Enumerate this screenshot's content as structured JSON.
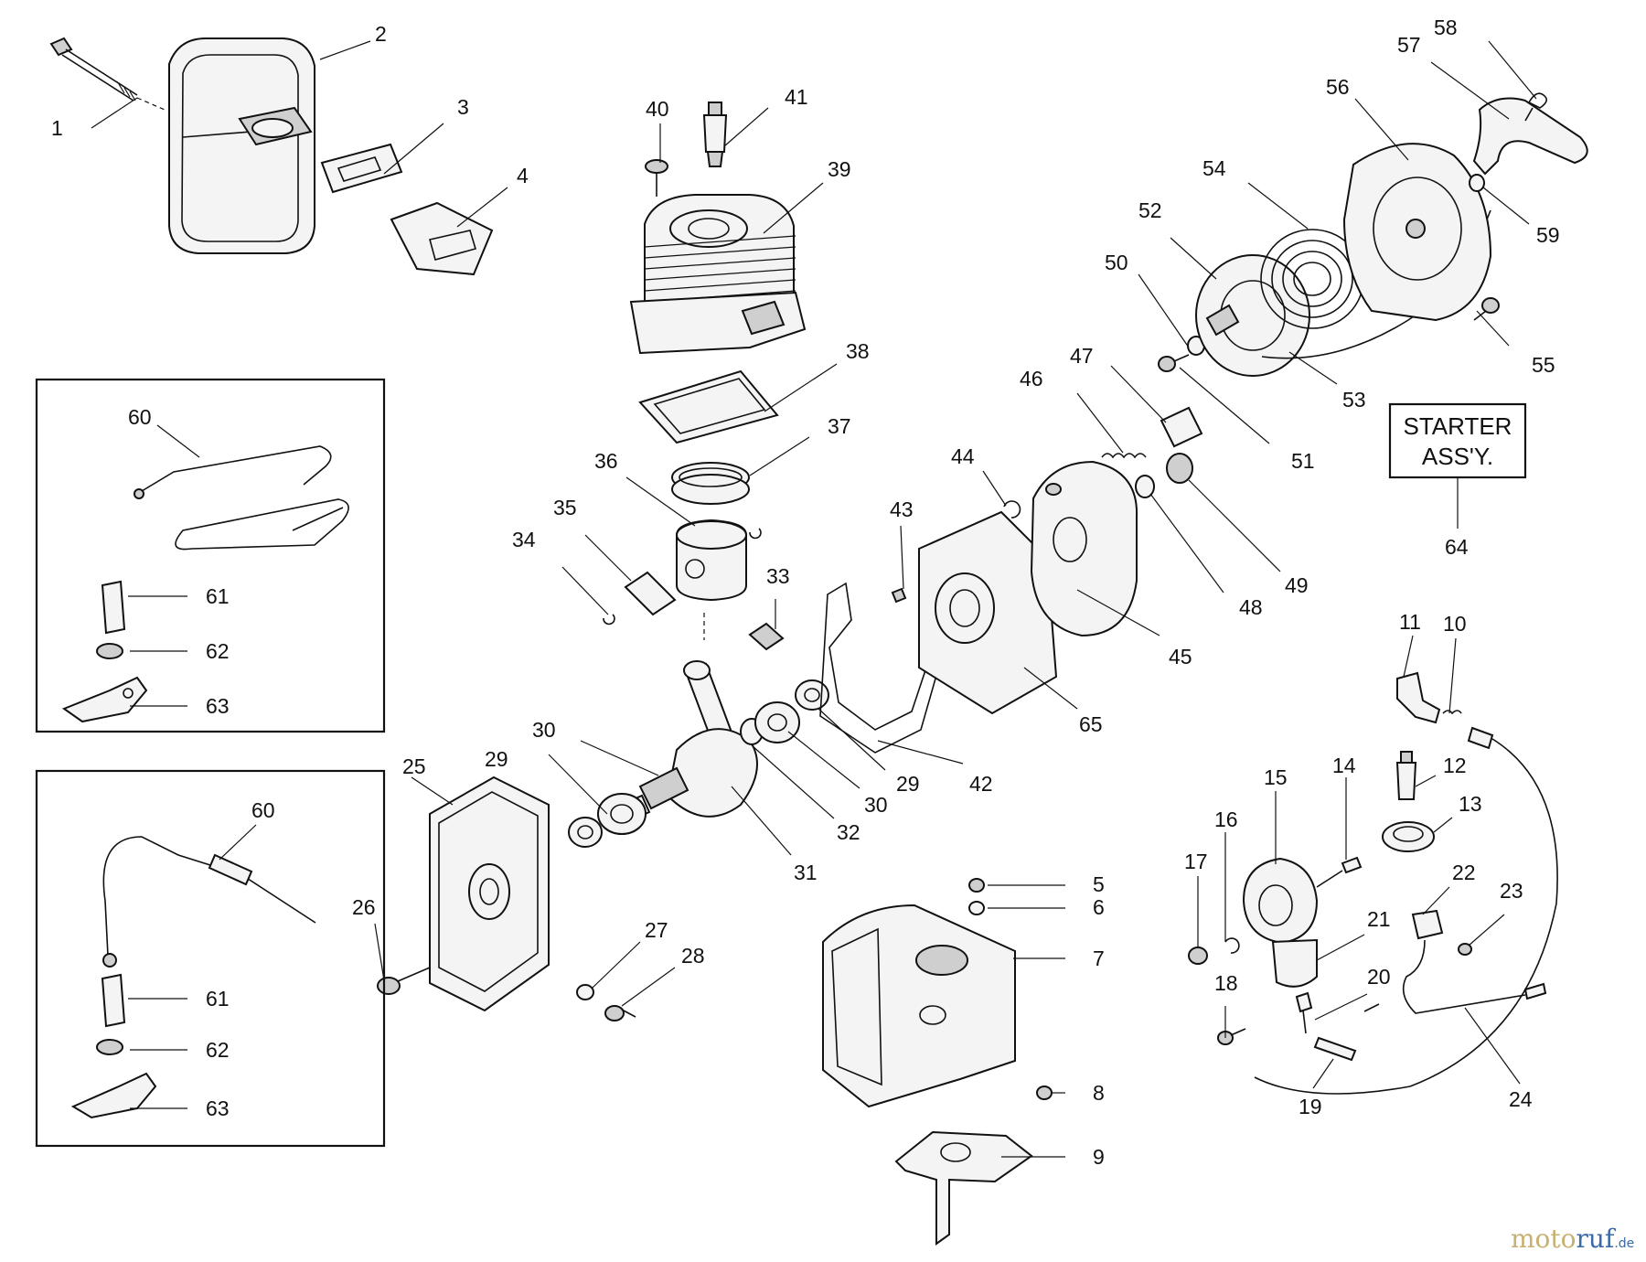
{
  "part_numbers": {
    "p1": "1",
    "p2": "2",
    "p3": "3",
    "p4": "4",
    "p5": "5",
    "p6": "6",
    "p7": "7",
    "p8": "8",
    "p9": "9",
    "p10": "10",
    "p11": "11",
    "p12": "12",
    "p13": "13",
    "p14": "14",
    "p15": "15",
    "p16": "16",
    "p17": "17",
    "p18": "18",
    "p19": "19",
    "p20": "20",
    "p21": "21",
    "p22": "22",
    "p23": "23",
    "p24": "24",
    "p25": "25",
    "p26": "26",
    "p27": "27",
    "p28": "28",
    "p29a": "29",
    "p29b": "29",
    "p30a": "30",
    "p30b": "30",
    "p31": "31",
    "p32": "32",
    "p33": "33",
    "p34": "34",
    "p35": "35",
    "p36": "36",
    "p37": "37",
    "p38": "38",
    "p39": "39",
    "p40": "40",
    "p41": "41",
    "p42": "42",
    "p43": "43",
    "p44": "44",
    "p45": "45",
    "p46": "46",
    "p47": "47",
    "p48": "48",
    "p49": "49",
    "p50": "50",
    "p51": "51",
    "p52": "52",
    "p53": "53",
    "p54": "54",
    "p55": "55",
    "p56": "56",
    "p57": "57",
    "p58": "58",
    "p59": "59",
    "p60a": "60",
    "p61a": "61",
    "p62a": "62",
    "p63a": "63",
    "p60b": "60",
    "p61b": "61",
    "p62b": "62",
    "p63b": "63",
    "p64": "64",
    "p65": "65"
  },
  "starter_box": {
    "line1": "STARTER",
    "line2": "ASS'Y."
  },
  "watermark": {
    "brand_a": "moto",
    "brand_b": "ruf",
    "suffix": ".de"
  }
}
